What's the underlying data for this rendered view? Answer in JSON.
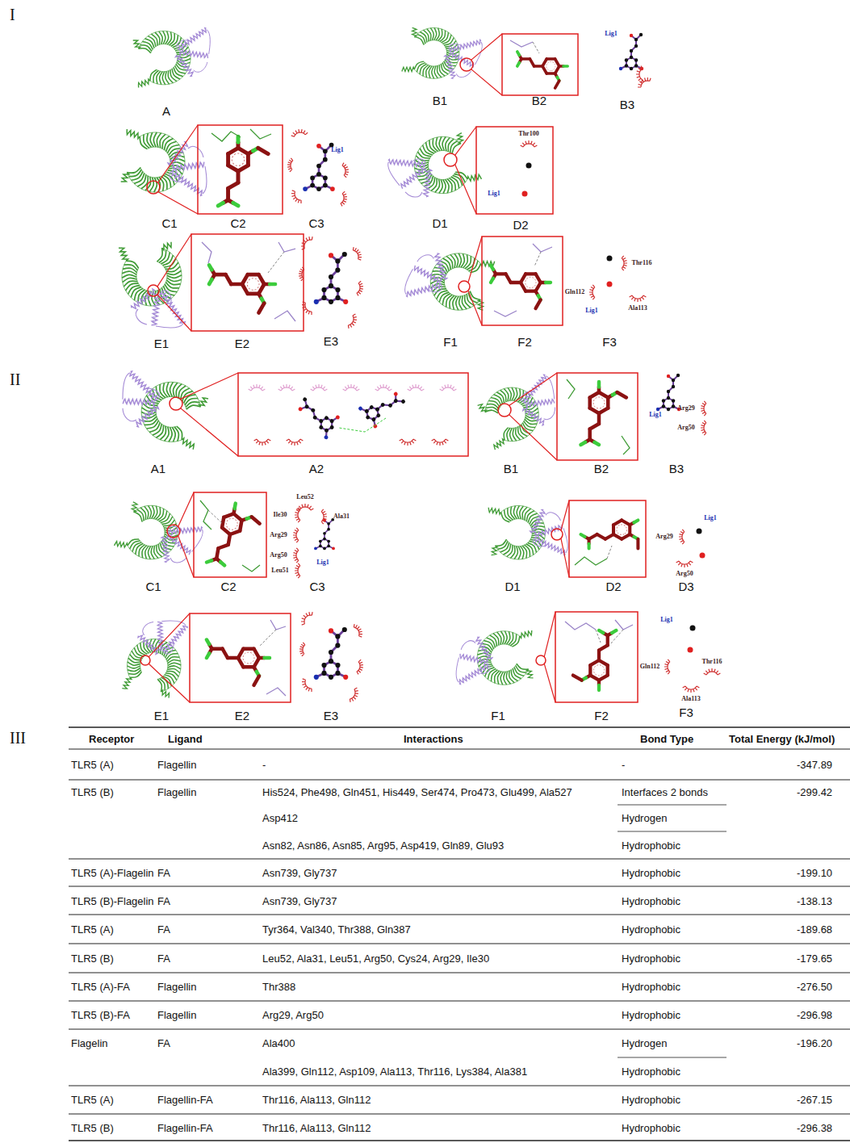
{
  "diagram": {
    "labels": [
      "I",
      "A",
      "B1",
      "B2",
      "B3",
      "Lig1",
      "C1",
      "C2",
      "C3",
      "Lig1",
      "D1",
      "D2",
      "Thr100",
      "Lig1",
      "E1",
      "E2",
      "E3",
      "F1",
      "F2",
      "F3",
      "Thr116",
      "Gln112",
      "Lig1",
      "Ala113",
      "II",
      "A1",
      "A2",
      "B1",
      "B2",
      "B3",
      "Lig1",
      "Arg29",
      "Arg50",
      "C1",
      "C2",
      "C3",
      "Leu52",
      "Ile30",
      "Ala31",
      "Arg29",
      "Arg50",
      "Leu51",
      "Lig1",
      "D1",
      "D2",
      "D3",
      "Lig1",
      "Arg29",
      "Arg50",
      "E1",
      "E2",
      "E3",
      "F1",
      "F2",
      "F3",
      "Lig1",
      "Thr116",
      "Gln112",
      "Ala113",
      "III",
      "Receptor",
      "Ligand",
      "Interactions",
      "Bond Type",
      "Total Energy (kJ/mol)",
      "TLR5 (A)",
      "Flagellin",
      "-",
      "-",
      "-347.89",
      "TLR5 (B)",
      "Flagellin",
      "His524, Phe498, Gln451, His449, Ser474, Pro473, Glu499, Ala527",
      "Interfaces 2 bonds",
      "-299.42",
      "Asp412",
      "Hydrogen",
      "Asn82, Asn86, Asn85, Arg95, Asp419, Gln89, Glu93",
      "Hydrophobic",
      "TLR5 (A)-Flagelin",
      "FA",
      "Asn739, Gly737",
      "Hydrophobic",
      "-199.10",
      "TLR5 (B)-Flagelin",
      "FA",
      "Asn739, Gly737",
      "Hydrophobic",
      "-138.13",
      "TLR5 (A)",
      "FA",
      "Tyr364, Val340, Thr388, Gln387",
      "Hydrophobic",
      "-189.68",
      "TLR5 (B)",
      "FA",
      "Leu52, Ala31, Leu51, Arg50, Cys24, Arg29, Ile30",
      "Hydrophobic",
      "-179.65",
      "TLR5 (A)-FA",
      "Flagellin",
      "Thr388",
      "Hydrophobic",
      "-276.50",
      "TLR5 (B)-FA",
      "Flagellin",
      "Arg29, Arg50",
      "Hydrophobic",
      "-296.98",
      "Flagelin",
      "FA",
      "Ala400",
      "Hydrogen",
      "-196.20",
      "Ala399, Gln112, Asp109, Ala113, Thr116, Lys384, Ala381",
      "Hydrophobic",
      "TLR5 (A)",
      "Flagellin-FA",
      "Thr116, Ala113, Gln112",
      "Hydrophobic",
      "-267.15",
      "TLR5 (B)",
      "Flagellin-FA",
      "Thr116, Ala113, Gln112",
      "Hydrophobic",
      "-296.38"
    ]
  }
}
